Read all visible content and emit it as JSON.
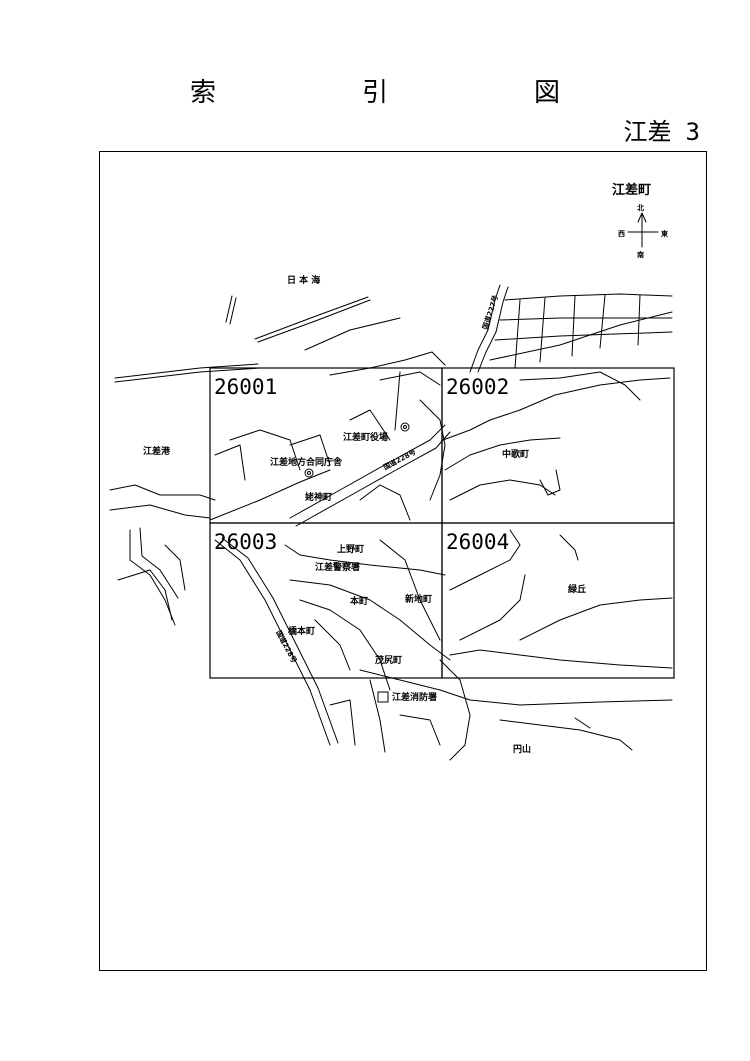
{
  "page": {
    "title": "索　引　図",
    "sheet_name": "江差",
    "sheet_number": "3"
  },
  "compass": {
    "town": "江差町",
    "north": "北",
    "south": "南",
    "east": "東",
    "west": "西"
  },
  "tiles": [
    "26001",
    "26002",
    "26003",
    "26004"
  ],
  "places": {
    "sea": "日 本 海",
    "port": "江差港",
    "town_office": "江差町役場",
    "gov_office": "江差地方合同庁舎",
    "route228_a": "国道228号",
    "route228_b": "国道228号",
    "route227": "国道227号",
    "nakauta": "中歌町",
    "kanjin": "姥神町",
    "kamino": "上野町",
    "police": "江差警察署",
    "honcho": "本町",
    "shinchi": "新地町",
    "hashimoto": "橋本町",
    "shigeshiri": "茂尻町",
    "fire": "江差消防署",
    "midorigaoka": "緑丘",
    "maruyama": "円山"
  }
}
